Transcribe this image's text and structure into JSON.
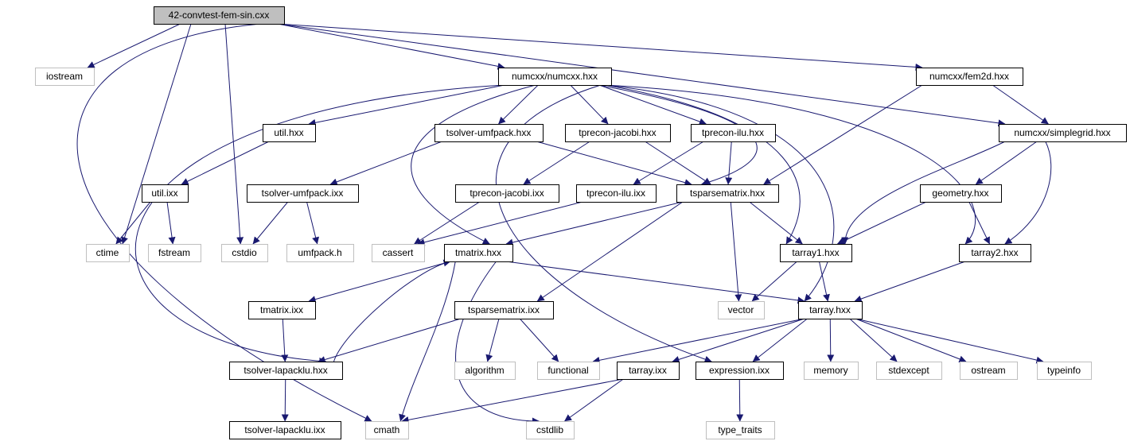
{
  "graph": {
    "nodes": [
      {
        "id": "root",
        "label": "42-convtest-fem-sin.cxx",
        "kind": "root"
      },
      {
        "id": "iostream",
        "label": "iostream",
        "kind": "system"
      },
      {
        "id": "numcxx",
        "label": "numcxx/numcxx.hxx",
        "kind": "project"
      },
      {
        "id": "fem2d",
        "label": "numcxx/fem2d.hxx",
        "kind": "project"
      },
      {
        "id": "simplegrid",
        "label": "numcxx/simplegrid.hxx",
        "kind": "project"
      },
      {
        "id": "util_hxx",
        "label": "util.hxx",
        "kind": "project"
      },
      {
        "id": "tsolver_umfpack_hxx",
        "label": "tsolver-umfpack.hxx",
        "kind": "project"
      },
      {
        "id": "tprecon_jacobi_hxx",
        "label": "tprecon-jacobi.hxx",
        "kind": "project"
      },
      {
        "id": "tprecon_ilu_hxx",
        "label": "tprecon-ilu.hxx",
        "kind": "project"
      },
      {
        "id": "util_ixx",
        "label": "util.ixx",
        "kind": "project"
      },
      {
        "id": "tsolver_umfpack_ixx",
        "label": "tsolver-umfpack.ixx",
        "kind": "project"
      },
      {
        "id": "tprecon_jacobi_ixx",
        "label": "tprecon-jacobi.ixx",
        "kind": "project"
      },
      {
        "id": "tprecon_ilu_ixx",
        "label": "tprecon-ilu.ixx",
        "kind": "project"
      },
      {
        "id": "tsparsematrix_hxx",
        "label": "tsparsematrix.hxx",
        "kind": "project"
      },
      {
        "id": "geometry",
        "label": "geometry.hxx",
        "kind": "project"
      },
      {
        "id": "ctime",
        "label": "ctime",
        "kind": "system"
      },
      {
        "id": "fstream",
        "label": "fstream",
        "kind": "system"
      },
      {
        "id": "cstdio",
        "label": "cstdio",
        "kind": "system"
      },
      {
        "id": "umfpack",
        "label": "umfpack.h",
        "kind": "system"
      },
      {
        "id": "cassert",
        "label": "cassert",
        "kind": "system"
      },
      {
        "id": "tmatrix_hxx",
        "label": "tmatrix.hxx",
        "kind": "project"
      },
      {
        "id": "tarray1",
        "label": "tarray1.hxx",
        "kind": "project"
      },
      {
        "id": "tarray2",
        "label": "tarray2.hxx",
        "kind": "project"
      },
      {
        "id": "tmatrix_ixx",
        "label": "tmatrix.ixx",
        "kind": "project"
      },
      {
        "id": "vector",
        "label": "vector",
        "kind": "system"
      },
      {
        "id": "tarray_hxx",
        "label": "tarray.hxx",
        "kind": "project"
      },
      {
        "id": "tsparsematrix_ixx",
        "label": "tsparsematrix.ixx",
        "kind": "project"
      },
      {
        "id": "tsolver_lapacklu_hxx",
        "label": "tsolver-lapacklu.hxx",
        "kind": "project"
      },
      {
        "id": "algorithm",
        "label": "algorithm",
        "kind": "system"
      },
      {
        "id": "functional",
        "label": "functional",
        "kind": "system"
      },
      {
        "id": "tarray_ixx",
        "label": "tarray.ixx",
        "kind": "project"
      },
      {
        "id": "expression",
        "label": "expression.ixx",
        "kind": "project"
      },
      {
        "id": "memory",
        "label": "memory",
        "kind": "system"
      },
      {
        "id": "stdexcept",
        "label": "stdexcept",
        "kind": "system"
      },
      {
        "id": "ostream",
        "label": "ostream",
        "kind": "system"
      },
      {
        "id": "typeinfo",
        "label": "typeinfo",
        "kind": "system"
      },
      {
        "id": "tsolver_lapacklu_ixx",
        "label": "tsolver-lapacklu.ixx",
        "kind": "project"
      },
      {
        "id": "cmath",
        "label": "cmath",
        "kind": "system"
      },
      {
        "id": "cstdlib",
        "label": "cstdlib",
        "kind": "system"
      },
      {
        "id": "type_traits",
        "label": "type_traits",
        "kind": "system"
      }
    ],
    "edges": [
      [
        "root",
        "iostream"
      ],
      [
        "root",
        "numcxx"
      ],
      [
        "root",
        "fem2d"
      ],
      [
        "root",
        "simplegrid"
      ],
      [
        "root",
        "ctime"
      ],
      [
        "root",
        "cstdio"
      ],
      [
        "root",
        "cmath"
      ],
      [
        "numcxx",
        "util_hxx"
      ],
      [
        "numcxx",
        "tsolver_umfpack_hxx"
      ],
      [
        "numcxx",
        "tprecon_jacobi_hxx"
      ],
      [
        "numcxx",
        "tprecon_ilu_hxx"
      ],
      [
        "numcxx",
        "tsparsematrix_hxx"
      ],
      [
        "numcxx",
        "tarray1"
      ],
      [
        "numcxx",
        "tarray2"
      ],
      [
        "numcxx",
        "tarray_hxx"
      ],
      [
        "numcxx",
        "tmatrix_hxx"
      ],
      [
        "numcxx",
        "expression"
      ],
      [
        "numcxx",
        "tsolver_lapacklu_hxx"
      ],
      [
        "fem2d",
        "tsparsematrix_hxx"
      ],
      [
        "fem2d",
        "simplegrid"
      ],
      [
        "simplegrid",
        "geometry"
      ],
      [
        "simplegrid",
        "tarray1"
      ],
      [
        "simplegrid",
        "tarray2"
      ],
      [
        "util_hxx",
        "util_ixx"
      ],
      [
        "util_ixx",
        "ctime"
      ],
      [
        "util_ixx",
        "fstream"
      ],
      [
        "tsolver_umfpack_hxx",
        "tsolver_umfpack_ixx"
      ],
      [
        "tsolver_umfpack_hxx",
        "tsparsematrix_hxx"
      ],
      [
        "tsolver_umfpack_ixx",
        "cstdio"
      ],
      [
        "tsolver_umfpack_ixx",
        "umfpack"
      ],
      [
        "tprecon_jacobi_hxx",
        "tprecon_jacobi_ixx"
      ],
      [
        "tprecon_jacobi_hxx",
        "tsparsematrix_hxx"
      ],
      [
        "tprecon_jacobi_ixx",
        "cassert"
      ],
      [
        "tprecon_ilu_hxx",
        "tprecon_ilu_ixx"
      ],
      [
        "tprecon_ilu_hxx",
        "tsparsematrix_hxx"
      ],
      [
        "tprecon_ilu_ixx",
        "cassert"
      ],
      [
        "tsparsematrix_hxx",
        "tmatrix_hxx"
      ],
      [
        "tsparsematrix_hxx",
        "tarray1"
      ],
      [
        "tsparsematrix_hxx",
        "vector"
      ],
      [
        "tsparsematrix_hxx",
        "tsparsematrix_ixx"
      ],
      [
        "geometry",
        "tarray1"
      ],
      [
        "geometry",
        "tarray2"
      ],
      [
        "tmatrix_hxx",
        "tmatrix_ixx"
      ],
      [
        "tmatrix_hxx",
        "tarray_hxx"
      ],
      [
        "tmatrix_hxx",
        "cmath"
      ],
      [
        "tmatrix_hxx",
        "cstdlib"
      ],
      [
        "tarray1",
        "vector"
      ],
      [
        "tarray1",
        "tarray_hxx"
      ],
      [
        "tarray2",
        "tarray_hxx"
      ],
      [
        "tmatrix_ixx",
        "tsolver_lapacklu_hxx"
      ],
      [
        "tsolver_lapacklu_hxx",
        "tmatrix_hxx"
      ],
      [
        "tsolver_lapacklu_hxx",
        "tsolver_lapacklu_ixx"
      ],
      [
        "tsparsematrix_ixx",
        "tsolver_lapacklu_hxx"
      ],
      [
        "tsparsematrix_ixx",
        "algorithm"
      ],
      [
        "tsparsematrix_ixx",
        "functional"
      ],
      [
        "tarray_hxx",
        "functional"
      ],
      [
        "tarray_hxx",
        "tarray_ixx"
      ],
      [
        "tarray_hxx",
        "expression"
      ],
      [
        "tarray_hxx",
        "memory"
      ],
      [
        "tarray_hxx",
        "stdexcept"
      ],
      [
        "tarray_hxx",
        "ostream"
      ],
      [
        "tarray_hxx",
        "typeinfo"
      ],
      [
        "tarray_ixx",
        "cmath"
      ],
      [
        "tarray_ixx",
        "cstdlib"
      ],
      [
        "expression",
        "type_traits"
      ]
    ]
  },
  "colors": {
    "edge": "#191970",
    "project_border": "#000000",
    "system_border": "#bfbfbf",
    "root_fill": "#bfbfbf"
  }
}
